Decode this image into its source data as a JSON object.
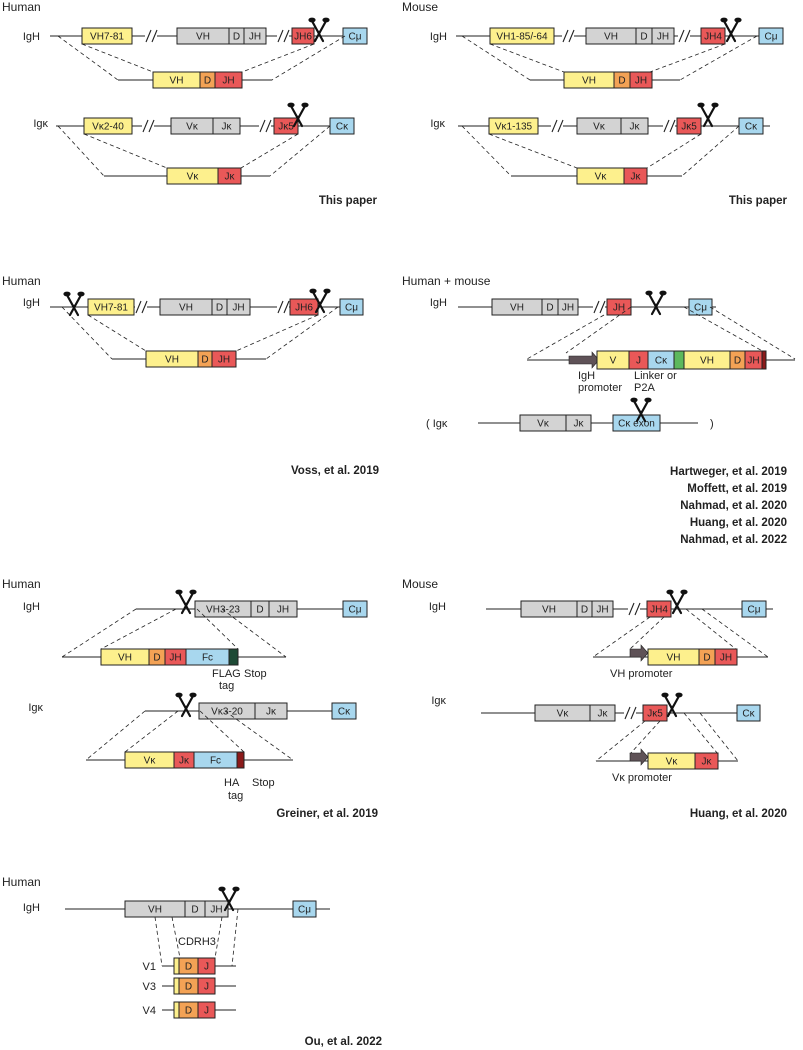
{
  "colors": {
    "yellow": "#fdf08d",
    "gray": "#d3d3d3",
    "red": "#e95858",
    "orange": "#f3a255",
    "blue": "#a8d7ee",
    "green": "#5cb85c",
    "darkred": "#8b1a1a",
    "darkgreen": "#1d4a35",
    "promoter": "#5f5257"
  },
  "panels": [
    {
      "id": "human-this-paper",
      "species": "Human",
      "citations": [
        "This paper"
      ]
    },
    {
      "id": "mouse-this-paper",
      "species": "Mouse",
      "citations": [
        "This paper"
      ]
    },
    {
      "id": "human-voss",
      "species": "Human",
      "citations": [
        "Voss, et al. 2019"
      ]
    },
    {
      "id": "human-mouse-multi",
      "species": "Human + mouse",
      "citations": [
        "Hartweger, et al. 2019",
        "Moffett, et al. 2019",
        "Nahmad, et al. 2020",
        "Huang, et al. 2020",
        "Nahmad, et al. 2022"
      ]
    },
    {
      "id": "human-greiner",
      "species": "Human",
      "citations": [
        "Greiner, et al. 2019"
      ]
    },
    {
      "id": "mouse-huang",
      "species": "Mouse",
      "citations": [
        "Huang, et al. 2020"
      ]
    },
    {
      "id": "human-ou",
      "species": "Human",
      "citations": [
        "Ou, et al. 2022"
      ]
    }
  ],
  "locus_labels": {
    "igh": "IgH",
    "igk": "Igκ",
    "igk_paren": "( Igκ",
    "close_paren": ")"
  },
  "segments": {
    "vh7_81": "VH7-81",
    "vh": "VH",
    "d": "D",
    "jh": "JH",
    "jh6": "JH6",
    "jh4": "JH4",
    "cmu": "Cμ",
    "vk2_40": "Vκ2-40",
    "vk": "Vκ",
    "jk": "Jκ",
    "jk5": "Jκ5",
    "ck": "Cκ",
    "vh1_85": "VH1-85/-64",
    "vk1_135": "Vκ1-135",
    "v": "V",
    "j": "J",
    "ck_exon": "Cκ exon",
    "vh3_23": "VH3-23",
    "vk3_20": "Vκ3-20",
    "fc": "Fc"
  },
  "annotations": {
    "igh_promoter": [
      "IgH",
      "promoter"
    ],
    "linker_p2a": [
      "Linker or",
      "P2A"
    ],
    "flag_tag": [
      "FLAG",
      "tag"
    ],
    "stop": "Stop",
    "ha_tag": [
      "HA",
      "tag"
    ],
    "vh_promoter": "VH promoter",
    "vk_promoter": "Vκ promoter",
    "cdrh3": "CDRH3",
    "variants": [
      "V1",
      "V3",
      "V4"
    ]
  }
}
